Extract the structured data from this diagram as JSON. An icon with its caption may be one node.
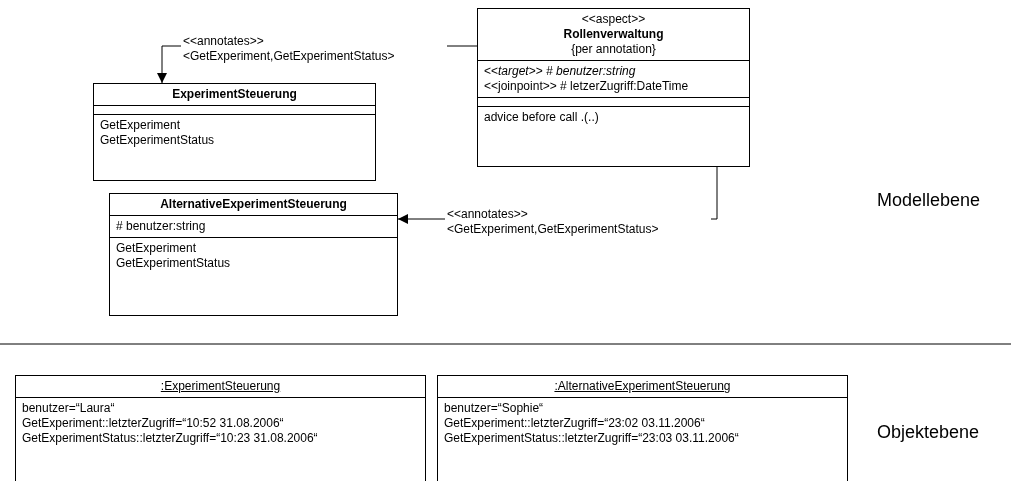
{
  "diagram": {
    "nodes": [
      {
        "text": [
          "ExperimentSteuerung",
          "GetExperiment",
          "GetExperimentStatus"
        ]
      },
      {
        "text": [
          "<<aspect>>",
          "Rollenverwaltung",
          "{per annotation}",
          "<<*target*>> *# benutzer:string*",
          "<<joinpoint>> # letzerZugriff:DateTime",
          "advice before call .(..)"
        ]
      },
      {
        "text": [
          "AlternativeExperimentSteuerung",
          "# benutzer:string",
          "GetExperiment",
          "GetExperimentStatus"
        ]
      },
      {
        "text": [
          ":ExperimentSteuerung",
          "benutzer=“Laura“",
          "GetExperiment::letzterZugriff=“10:52 31.08.2006“",
          "GetExperimentStatus::letzterZugriff=“10:23 31.08.2006“"
        ]
      },
      {
        "text": [
          ":AlternativeExperimentSteuerung",
          "benutzer=“Sophie“",
          "GetExperiment::letzterZugriff=“23:02 03.11.2006“",
          "GetExperimentStatus::letzterZugriff=“23:03 03.11.2006“"
        ]
      }
    ],
    "edges": [
      {
        "from": 1,
        "to": 0,
        "arrow": "to",
        "label": "<<annotates>> <GetExperiment,GetExperimentStatus>"
      },
      {
        "from": 1,
        "to": 2,
        "arrow": "to",
        "label": "<<annotates>> <GetExperiment,GetExperimentStatus>"
      }
    ],
    "labels": [
      "Modellebene",
      "Objektebene"
    ]
  }
}
